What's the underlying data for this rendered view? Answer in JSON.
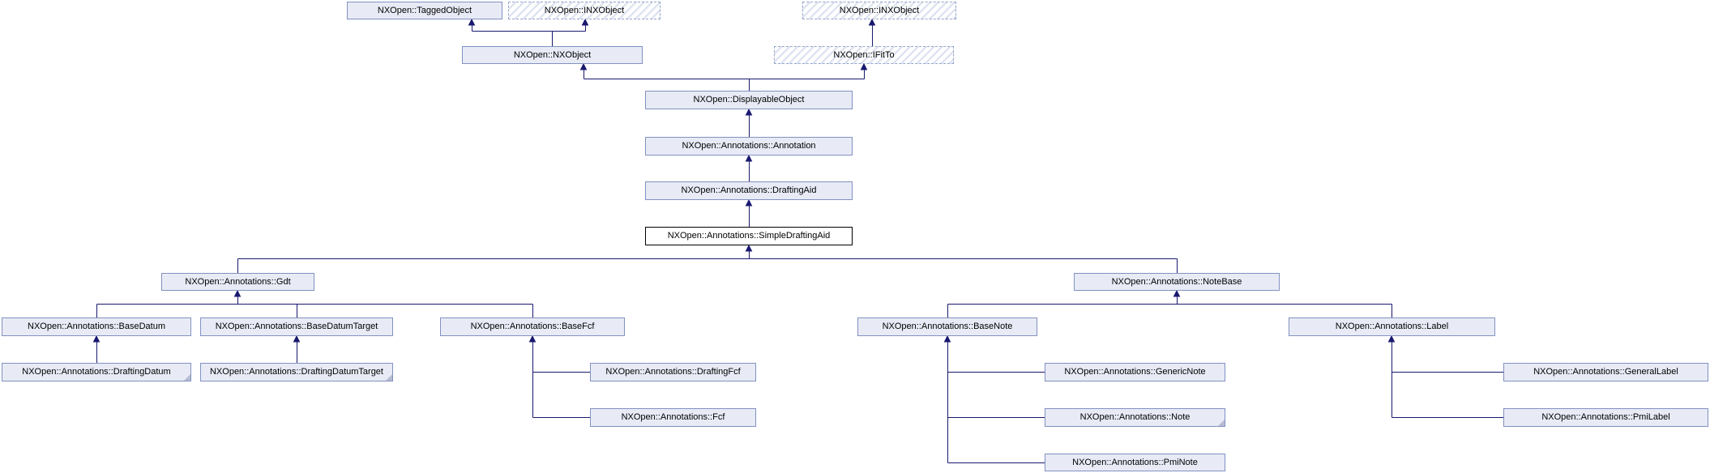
{
  "page": {
    "kind": "class-inheritance-graph",
    "focus_class": "NXOpen::Annotations::SimpleDraftingAid"
  },
  "colors": {
    "background": "#ffffff",
    "edge": "#191970",
    "node_fill": "#e8ebf6",
    "node_border": "#8191c1",
    "interface_border": "#94a5ca",
    "focus_border": "#000000",
    "fold": "#b6bdd2"
  },
  "diagram": {
    "nodes": [
      {
        "id": "TaggedObject",
        "label": "NXOpen::TaggedObject",
        "kind": "class"
      },
      {
        "id": "INXObject1",
        "label": "NXOpen::INXObject",
        "kind": "interface"
      },
      {
        "id": "INXObject2",
        "label": "NXOpen::INXObject",
        "kind": "interface"
      },
      {
        "id": "NXObject",
        "label": "NXOpen::NXObject",
        "kind": "class"
      },
      {
        "id": "IFitTo",
        "label": "NXOpen::IFitTo",
        "kind": "interface"
      },
      {
        "id": "DisplayableObject",
        "label": "NXOpen::DisplayableObject",
        "kind": "class"
      },
      {
        "id": "Annotation",
        "label": "NXOpen::Annotations::Annotation",
        "kind": "class"
      },
      {
        "id": "DraftingAid",
        "label": "NXOpen::Annotations::DraftingAid",
        "kind": "class"
      },
      {
        "id": "SimpleDraftingAid",
        "label": "NXOpen::Annotations::SimpleDraftingAid",
        "kind": "focus"
      },
      {
        "id": "Gdt",
        "label": "NXOpen::Annotations::Gdt",
        "kind": "class"
      },
      {
        "id": "NoteBase",
        "label": "NXOpen::Annotations::NoteBase",
        "kind": "class"
      },
      {
        "id": "BaseDatum",
        "label": "NXOpen::Annotations::BaseDatum",
        "kind": "class"
      },
      {
        "id": "BaseDatumTarget",
        "label": "NXOpen::Annotations::BaseDatumTarget",
        "kind": "class"
      },
      {
        "id": "BaseFcf",
        "label": "NXOpen::Annotations::BaseFcf",
        "kind": "class"
      },
      {
        "id": "BaseNote",
        "label": "NXOpen::Annotations::BaseNote",
        "kind": "class"
      },
      {
        "id": "Label",
        "label": "NXOpen::Annotations::Label",
        "kind": "class"
      },
      {
        "id": "DraftingDatum",
        "label": "NXOpen::Annotations::DraftingDatum",
        "kind": "class",
        "fold": true
      },
      {
        "id": "DraftingDatumTarget",
        "label": "NXOpen::Annotations::DraftingDatumTarget",
        "kind": "class",
        "fold": true
      },
      {
        "id": "DraftingFcf",
        "label": "NXOpen::Annotations::DraftingFcf",
        "kind": "class"
      },
      {
        "id": "GenericNote",
        "label": "NXOpen::Annotations::GenericNote",
        "kind": "class"
      },
      {
        "id": "GeneralLabel",
        "label": "NXOpen::Annotations::GeneralLabel",
        "kind": "class"
      },
      {
        "id": "Fcf",
        "label": "NXOpen::Annotations::Fcf",
        "kind": "class"
      },
      {
        "id": "Note",
        "label": "NXOpen::Annotations::Note",
        "kind": "class",
        "fold": true
      },
      {
        "id": "PmiLabel",
        "label": "NXOpen::Annotations::PmiLabel",
        "kind": "class"
      },
      {
        "id": "PmiNote",
        "label": "NXOpen::Annotations::PmiNote",
        "kind": "class"
      }
    ],
    "edges": [
      {
        "from": "NXObject",
        "to": "TaggedObject"
      },
      {
        "from": "NXObject",
        "to": "INXObject1"
      },
      {
        "from": "IFitTo",
        "to": "INXObject2"
      },
      {
        "from": "DisplayableObject",
        "to": "NXObject"
      },
      {
        "from": "DisplayableObject",
        "to": "IFitTo"
      },
      {
        "from": "Annotation",
        "to": "DisplayableObject"
      },
      {
        "from": "DraftingAid",
        "to": "Annotation"
      },
      {
        "from": "SimpleDraftingAid",
        "to": "DraftingAid"
      },
      {
        "from": "Gdt",
        "to": "SimpleDraftingAid"
      },
      {
        "from": "NoteBase",
        "to": "SimpleDraftingAid"
      },
      {
        "from": "BaseDatum",
        "to": "Gdt"
      },
      {
        "from": "BaseDatumTarget",
        "to": "Gdt"
      },
      {
        "from": "BaseFcf",
        "to": "Gdt"
      },
      {
        "from": "BaseNote",
        "to": "NoteBase"
      },
      {
        "from": "Label",
        "to": "NoteBase"
      },
      {
        "from": "DraftingDatum",
        "to": "BaseDatum"
      },
      {
        "from": "DraftingDatumTarget",
        "to": "BaseDatumTarget"
      },
      {
        "from": "DraftingFcf",
        "to": "BaseFcf"
      },
      {
        "from": "Fcf",
        "to": "BaseFcf"
      },
      {
        "from": "GenericNote",
        "to": "BaseNote"
      },
      {
        "from": "Note",
        "to": "BaseNote"
      },
      {
        "from": "PmiNote",
        "to": "BaseNote"
      },
      {
        "from": "GeneralLabel",
        "to": "Label"
      },
      {
        "from": "PmiLabel",
        "to": "Label"
      }
    ]
  }
}
